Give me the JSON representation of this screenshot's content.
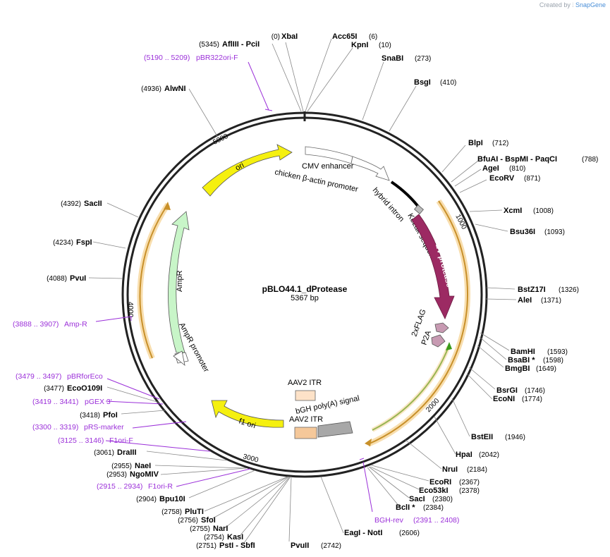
{
  "credit": {
    "prefix": "Created by",
    "brand": "SnapGene"
  },
  "plasmid": {
    "name": "pBLO44.1_dProtease",
    "length": "5367 bp"
  },
  "ticks": [
    "1000",
    "2000",
    "3000",
    "4000",
    "5000"
  ],
  "enzymes": [
    {
      "name": "XbaI",
      "pos": "(0)"
    },
    {
      "name": "Acc65I",
      "pos": "(6)"
    },
    {
      "name": "KpnI",
      "pos": "(10)"
    },
    {
      "name": "SnaBI",
      "pos": "(273)"
    },
    {
      "name": "BsgI",
      "pos": "(410)"
    },
    {
      "name": "BlpI",
      "pos": "(712)"
    },
    {
      "name": "BfuAI - BspMI - PaqCI",
      "pos": "(788)"
    },
    {
      "name": "AgeI",
      "pos": "(810)"
    },
    {
      "name": "EcoRV",
      "pos": "(871)"
    },
    {
      "name": "XcmI",
      "pos": "(1008)"
    },
    {
      "name": "Bsu36I",
      "pos": "(1093)"
    },
    {
      "name": "BstZ17I",
      "pos": "(1326)"
    },
    {
      "name": "AleI",
      "pos": "(1371)"
    },
    {
      "name": "BamHI",
      "pos": "(1593)"
    },
    {
      "name": "BsaBI *",
      "pos": "(1598)"
    },
    {
      "name": "BmgBI",
      "pos": "(1649)"
    },
    {
      "name": "BsrGI",
      "pos": "(1746)"
    },
    {
      "name": "EcoNI",
      "pos": "(1774)"
    },
    {
      "name": "BstEII",
      "pos": "(1946)"
    },
    {
      "name": "HpaI",
      "pos": "(2042)"
    },
    {
      "name": "NruI",
      "pos": "(2184)"
    },
    {
      "name": "EcoRI",
      "pos": "(2367)"
    },
    {
      "name": "Eco53kI",
      "pos": "(2378)"
    },
    {
      "name": "SacI",
      "pos": "(2380)"
    },
    {
      "name": "BclI *",
      "pos": "(2384)"
    },
    {
      "name": "EagI - NotI",
      "pos": "(2606)"
    },
    {
      "name": "PvuII",
      "pos": "(2742)"
    },
    {
      "name": "PstI - SbfI",
      "pos": "(2751)"
    },
    {
      "name": "KasI",
      "pos": "(2754)"
    },
    {
      "name": "NarI",
      "pos": "(2755)"
    },
    {
      "name": "SfoI",
      "pos": "(2756)"
    },
    {
      "name": "PluTI",
      "pos": "(2758)"
    },
    {
      "name": "Bpu10I",
      "pos": "(2904)"
    },
    {
      "name": "NgoMIV",
      "pos": "(2953)"
    },
    {
      "name": "NaeI",
      "pos": "(2955)"
    },
    {
      "name": "DraIII",
      "pos": "(3061)"
    },
    {
      "name": "PfoI",
      "pos": "(3418)"
    },
    {
      "name": "EcoO109I",
      "pos": "(3477)"
    },
    {
      "name": "PvuI",
      "pos": "(4088)"
    },
    {
      "name": "FspI",
      "pos": "(4234)"
    },
    {
      "name": "SacII",
      "pos": "(4392)"
    },
    {
      "name": "AlwNI",
      "pos": "(4936)"
    },
    {
      "name": "AflIII - PciI",
      "pos": "(5345)"
    }
  ],
  "primers": [
    {
      "name": "pBR322ori-F",
      "range": "(5190 .. 5209)"
    },
    {
      "name": "Amp-R",
      "range": "(3888 .. 3907)"
    },
    {
      "name": "pBRforEco",
      "range": "(3479 .. 3497)"
    },
    {
      "name": "pGEX 3'",
      "range": "(3419 .. 3441)"
    },
    {
      "name": "pRS-marker",
      "range": "(3300 .. 3319)"
    },
    {
      "name": "F1ori-F",
      "range": "(3125 .. 3146)"
    },
    {
      "name": "F1ori-R",
      "range": "(2915 .. 2934)"
    },
    {
      "name": "BGH-rev",
      "range": "(2391 .. 2408)"
    }
  ],
  "features": {
    "ori": "ori",
    "cmv_enhancer": "CMV enhancer",
    "cba_promoter": "chicken β-actin promoter",
    "hybrid_intron": "hybrid intron",
    "kozak": "Kozak sequence",
    "tev": "TEV protease",
    "flag": "2xFLAG",
    "p2a": "P2A",
    "ampr": "AmpR",
    "ampr_promoter": "AmpR promoter",
    "aav2_itr_top": "AAV2 ITR",
    "bgh": "bGH poly(A) signal",
    "aav2_itr_bottom": "AAV2 ITR",
    "f1_ori": "f1 ori"
  },
  "colors": {
    "ori": "#f5f00f",
    "ampr": "#c8f5c8",
    "tev": "#9c2a63",
    "orf_halo": "#f5d08c",
    "orf_line_orange": "#c8902a",
    "orf_line_green": "#3a9a1a",
    "flag": "#c79ab2",
    "itr": "#f5c89a",
    "bgh": "#a8a8a8",
    "primer": "#9b30d9",
    "promoter": "#ffffff"
  }
}
